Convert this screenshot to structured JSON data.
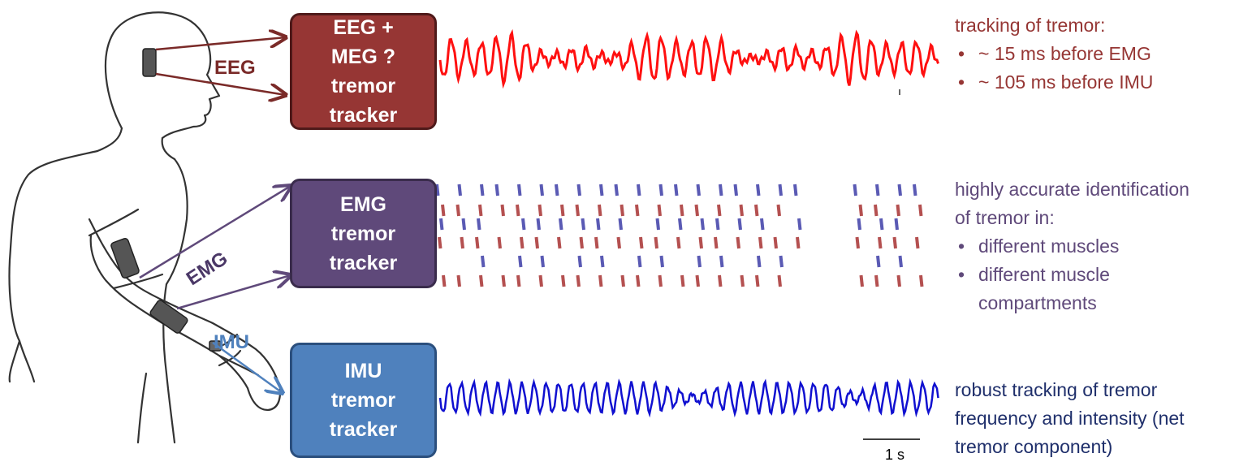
{
  "labels": {
    "eeg": "EEG",
    "emg": "EMG",
    "imu": "IMU"
  },
  "trackers": {
    "eeg": {
      "lines": [
        "EEG +",
        "MEG ?",
        "tremor",
        "tracker"
      ]
    },
    "emg": {
      "lines": [
        "EMG",
        "tremor",
        "tracker"
      ]
    },
    "imu": {
      "lines": [
        "IMU",
        "tremor",
        "tracker"
      ]
    }
  },
  "notes": {
    "eeg": {
      "heading": "tracking of tremor:",
      "bullets": [
        "~ 15 ms before EMG",
        "~ 105 ms before IMU"
      ]
    },
    "emg": {
      "heading_lines": [
        "highly accurate identification",
        "of tremor in:"
      ],
      "bullets": [
        "different muscles",
        "different muscle"
      ],
      "continuation": "compartments"
    },
    "imu": {
      "lines": [
        "robust tracking of tremor",
        "frequency and intensity (net",
        "tremor component)"
      ]
    }
  },
  "scale_bar": {
    "label": "1 s"
  },
  "bullet_glyph": "•",
  "colors": {
    "eeg_signal": "#ff1010",
    "imu_signal": "#1010d0",
    "emg_blue": "#5a5ab4",
    "emg_red": "#b45050",
    "eeg_arrow": "#7a2a28",
    "emg_arrow": "#5f497a",
    "imu_arrow": "#4f81bd"
  }
}
